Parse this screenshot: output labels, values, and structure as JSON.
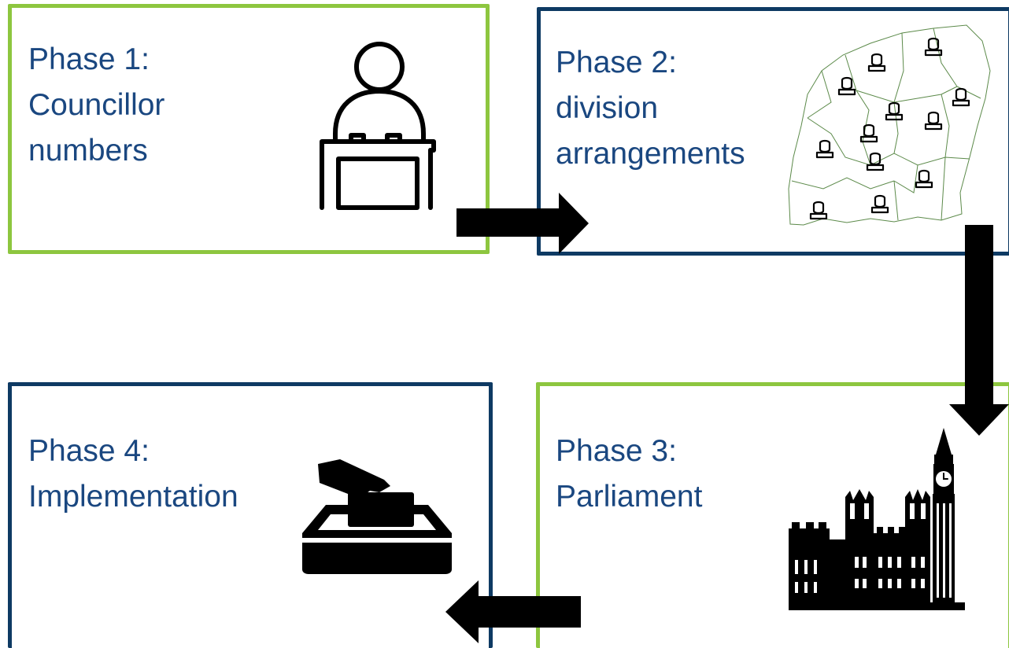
{
  "colors": {
    "green_border": "#8dc63f",
    "navy_border": "#0e3a63",
    "text": "#1a4780",
    "arrow": "#000000"
  },
  "phases": [
    {
      "line1": "Phase 1:",
      "line2": "Councillor",
      "line3": "numbers",
      "border": "green",
      "icon": "councillor-at-podium-icon"
    },
    {
      "line1": "Phase 2:",
      "line2": "division",
      "line3": "arrangements",
      "border": "navy",
      "icon": "map-with-councillors-icon"
    },
    {
      "line1": "Phase 3:",
      "line2": "Parliament",
      "border": "green",
      "icon": "parliament-building-icon"
    },
    {
      "line1": "Phase 4:",
      "line2": "Implementation",
      "border": "navy",
      "icon": "ballot-box-icon"
    }
  ],
  "flow": [
    "right",
    "down",
    "left"
  ]
}
